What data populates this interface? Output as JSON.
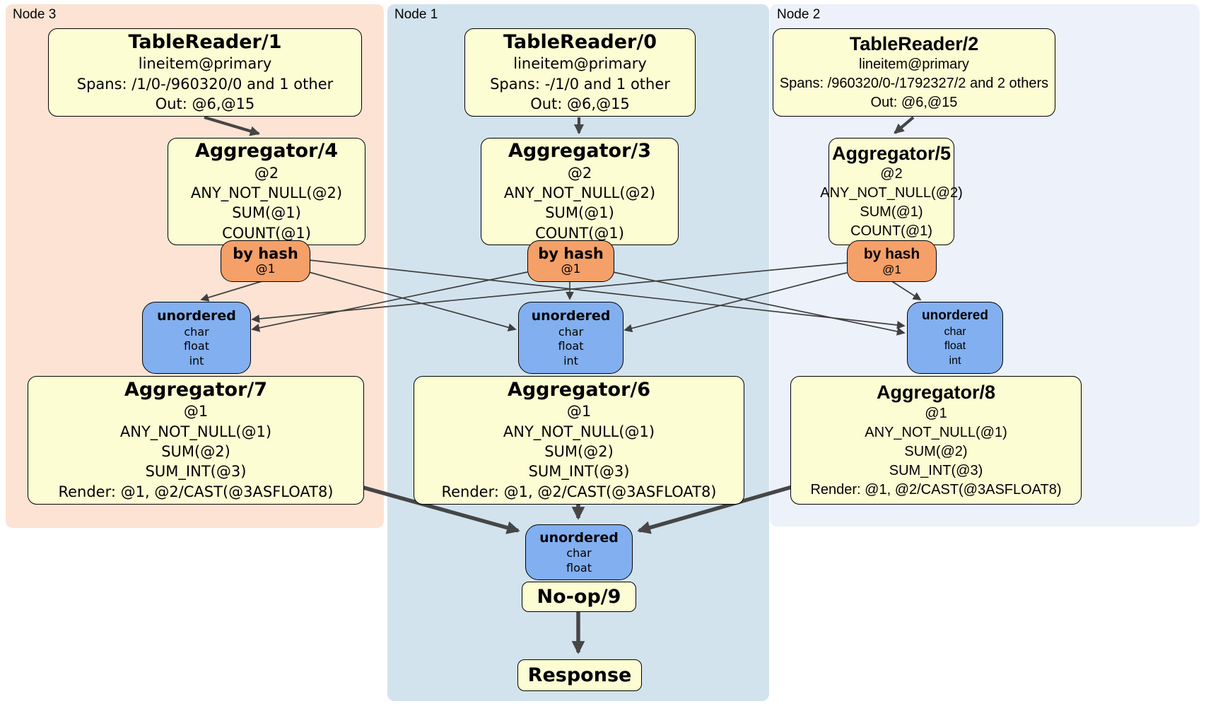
{
  "diagram": {
    "kind": "distsql-physical-plan",
    "colors": {
      "node3_bg": "#fce3d4",
      "node1_bg": "#d3e3ed",
      "node2_bg": "#edf1fa",
      "processor_fill": "#fdfdd4",
      "router_fill": "#f4a068",
      "sync_fill": "#82aff0",
      "edge": "#464646",
      "border": "#000000"
    },
    "node3": {
      "label": "Node 3",
      "table_reader": {
        "title": "TableReader/1",
        "index": "lineitem@primary",
        "spans": "Spans: /1/0-/960320/0 and 1 other",
        "out": "Out: @6,@15"
      },
      "pre_aggregator": {
        "title": "Aggregator/4",
        "lines": [
          "@2",
          "ANY_NOT_NULL(@2)",
          "SUM(@1)",
          "COUNT(@1)"
        ]
      },
      "router": {
        "title": "by hash",
        "line": "@1"
      },
      "sync": {
        "title": "unordered",
        "lines": [
          "char",
          "float",
          "int"
        ]
      },
      "post_aggregator": {
        "title": "Aggregator/7",
        "lines": [
          "@1",
          "ANY_NOT_NULL(@1)",
          "SUM(@2)",
          "SUM_INT(@3)",
          "Render: @1, @2/CAST(@3ASFLOAT8)"
        ]
      }
    },
    "node1": {
      "label": "Node 1",
      "table_reader": {
        "title": "TableReader/0",
        "index": "lineitem@primary",
        "spans": "Spans: -/1/0 and 1 other",
        "out": "Out: @6,@15"
      },
      "pre_aggregator": {
        "title": "Aggregator/3",
        "lines": [
          "@2",
          "ANY_NOT_NULL(@2)",
          "SUM(@1)",
          "COUNT(@1)"
        ]
      },
      "router": {
        "title": "by hash",
        "line": "@1"
      },
      "sync": {
        "title": "unordered",
        "lines": [
          "char",
          "float",
          "int"
        ]
      },
      "post_aggregator": {
        "title": "Aggregator/6",
        "lines": [
          "@1",
          "ANY_NOT_NULL(@1)",
          "SUM(@2)",
          "SUM_INT(@3)",
          "Render: @1, @2/CAST(@3ASFLOAT8)"
        ]
      }
    },
    "node2": {
      "label": "Node 2",
      "table_reader": {
        "title": "TableReader/2",
        "index": "lineitem@primary",
        "spans": "Spans: /960320/0-/1792327/2 and 2 others",
        "out": "Out: @6,@15"
      },
      "pre_aggregator": {
        "title": "Aggregator/5",
        "lines": [
          "@2",
          "ANY_NOT_NULL(@2)",
          "SUM(@1)",
          "COUNT(@1)"
        ]
      },
      "router": {
        "title": "by hash",
        "line": "@1"
      },
      "sync": {
        "title": "unordered",
        "lines": [
          "char",
          "float",
          "int"
        ]
      },
      "post_aggregator": {
        "title": "Aggregator/8",
        "lines": [
          "@1",
          "ANY_NOT_NULL(@1)",
          "SUM(@2)",
          "SUM_INT(@3)",
          "Render: @1, @2/CAST(@3ASFLOAT8)"
        ]
      }
    },
    "final": {
      "sync": {
        "title": "unordered",
        "lines": [
          "char",
          "float"
        ]
      },
      "noop": {
        "title": "No-op/9"
      },
      "response": {
        "title": "Response"
      }
    }
  }
}
